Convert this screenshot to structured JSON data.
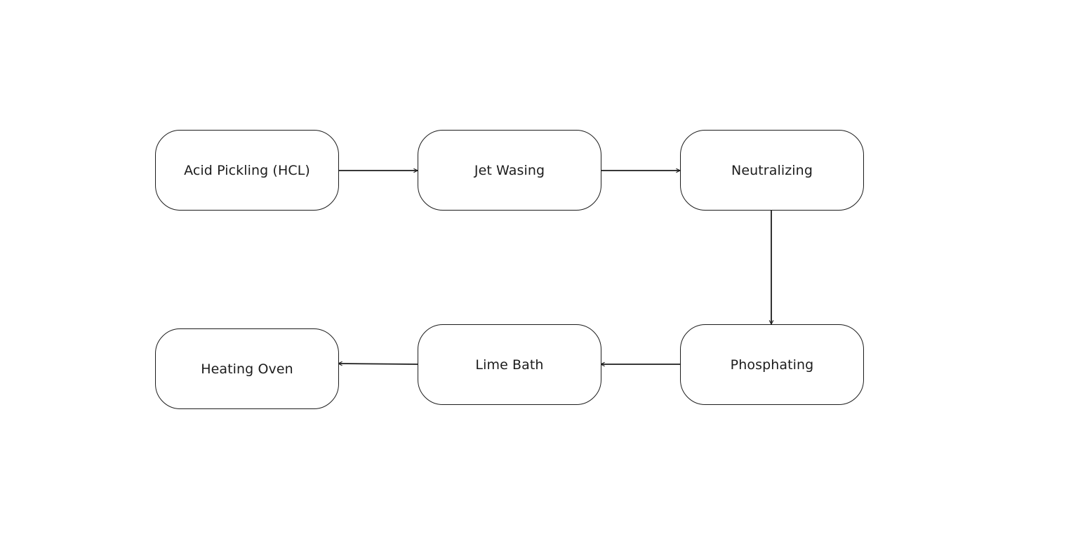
{
  "diagram": {
    "type": "process-flow",
    "background": "#ffffff",
    "stroke_color": "#1c1c1c",
    "nodes": [
      {
        "id": "acid",
        "label": "Acid Pickling (HCL)"
      },
      {
        "id": "jet",
        "label": "Jet Wasing"
      },
      {
        "id": "neutral",
        "label": "Neutralizing"
      },
      {
        "id": "phos",
        "label": "Phosphating"
      },
      {
        "id": "lime",
        "label": "Lime Bath"
      },
      {
        "id": "heat",
        "label": "Heating Oven"
      }
    ],
    "edges": [
      {
        "from": "acid",
        "to": "jet"
      },
      {
        "from": "jet",
        "to": "neutral"
      },
      {
        "from": "neutral",
        "to": "phos"
      },
      {
        "from": "phos",
        "to": "lime"
      },
      {
        "from": "lime",
        "to": "heat"
      }
    ]
  }
}
